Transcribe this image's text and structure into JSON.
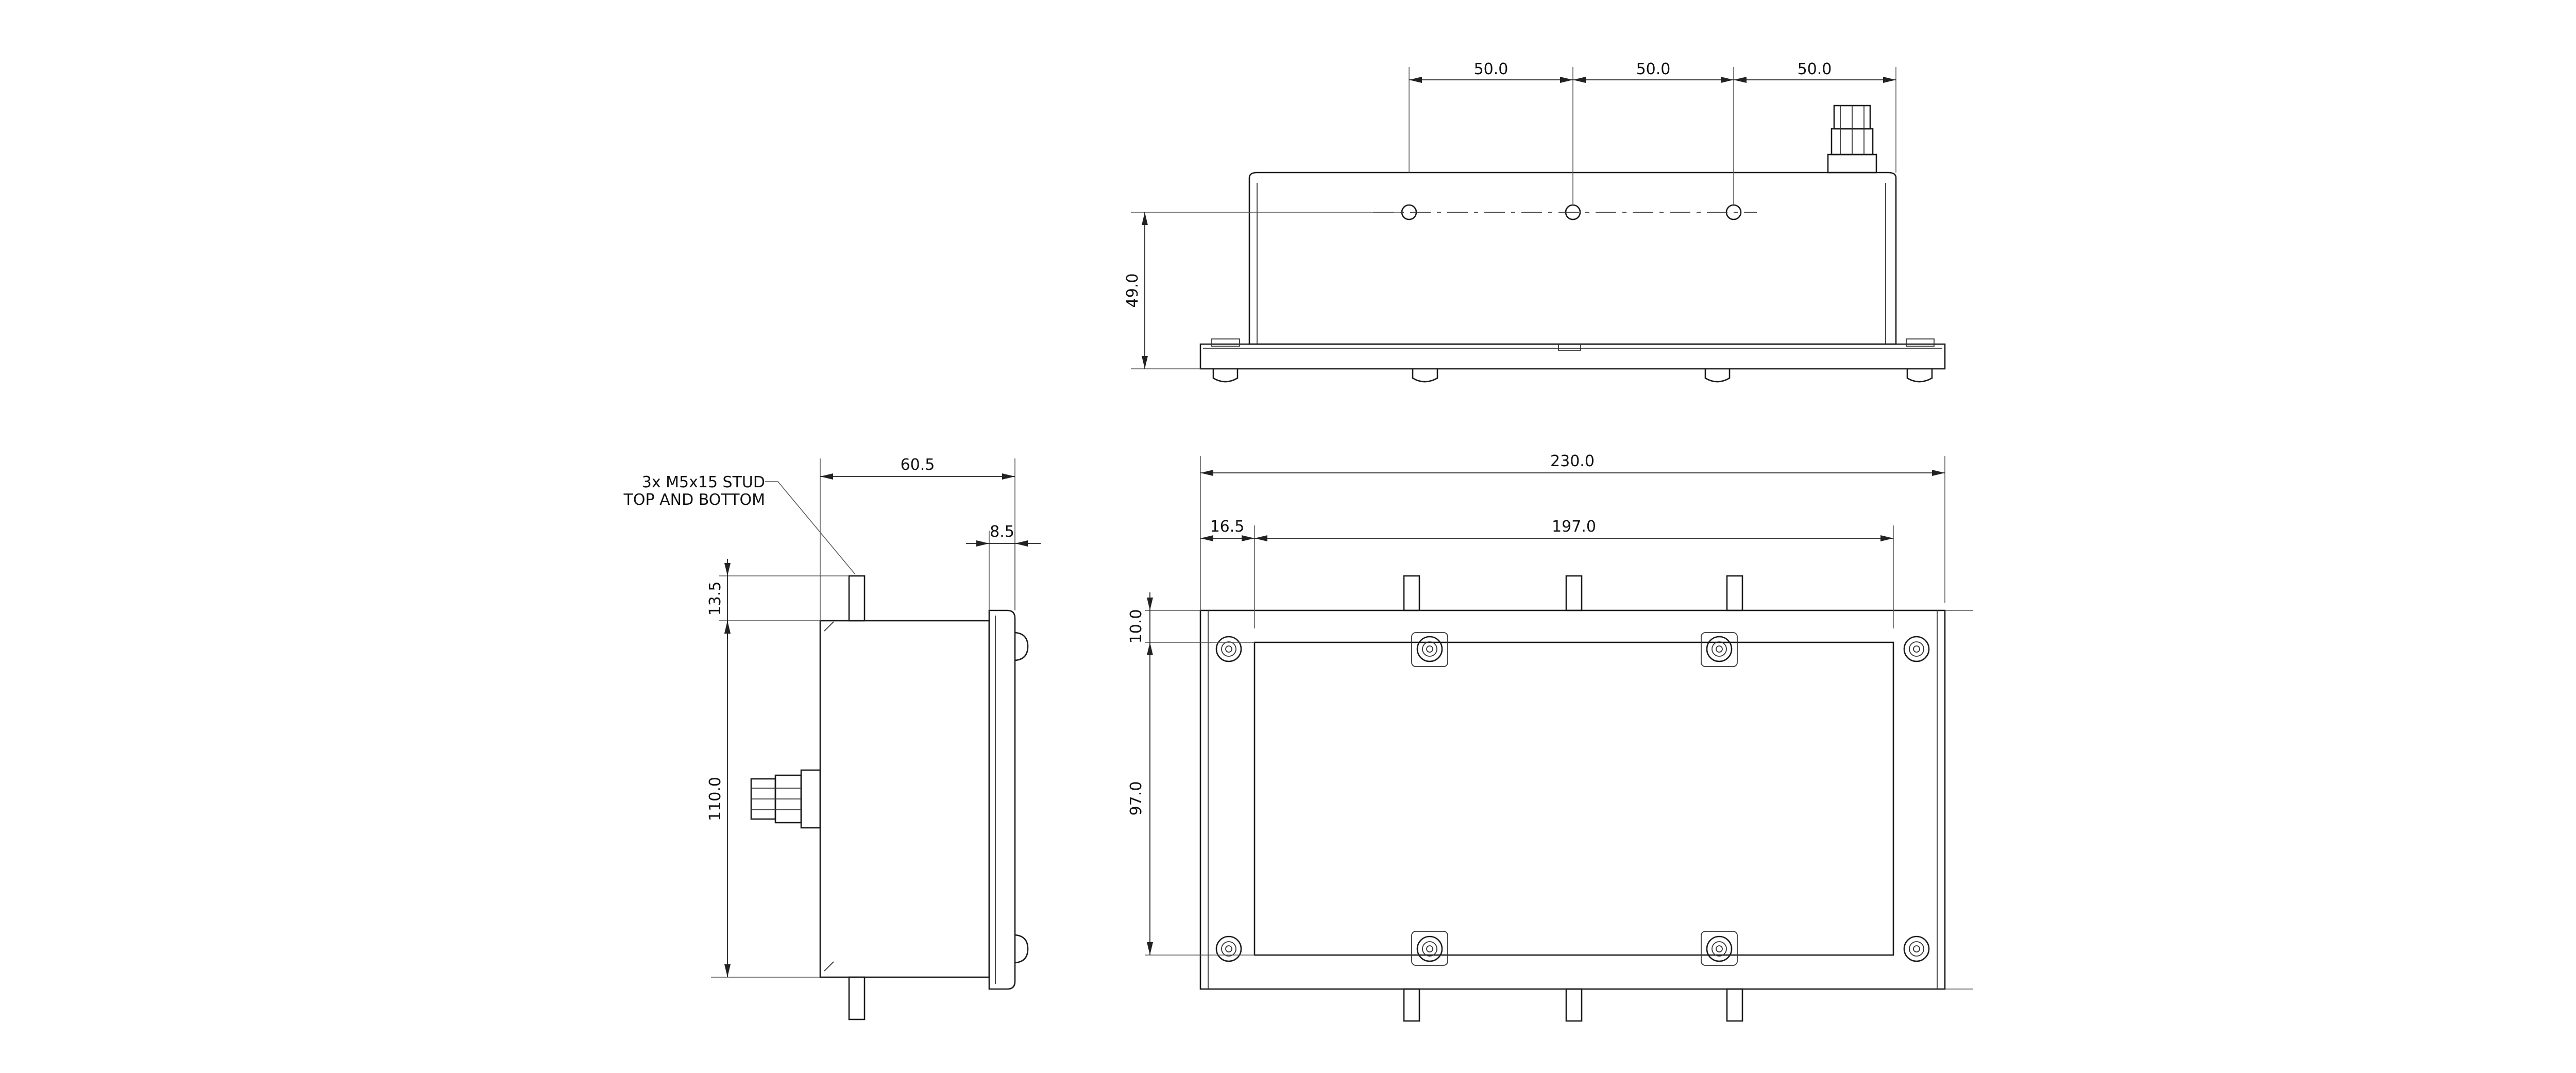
{
  "note": {
    "line1": "3x M5x15 STUD",
    "line2": "TOP AND BOTTOM"
  },
  "dimensions": {
    "front_spacing_1": "50.0",
    "front_spacing_2": "50.0",
    "front_spacing_3": "50.0",
    "front_height": "49.0",
    "side_depth": "60.5",
    "side_lid": "8.5",
    "side_stud": "13.5",
    "side_height": "110.0",
    "plan_length": "230.0",
    "plan_offset": "16.5",
    "plan_inner": "197.0",
    "plan_top": "10.0",
    "plan_inner_height": "97.0"
  },
  "colors": {
    "line": "#1a1a1a",
    "background": "#ffffff"
  }
}
